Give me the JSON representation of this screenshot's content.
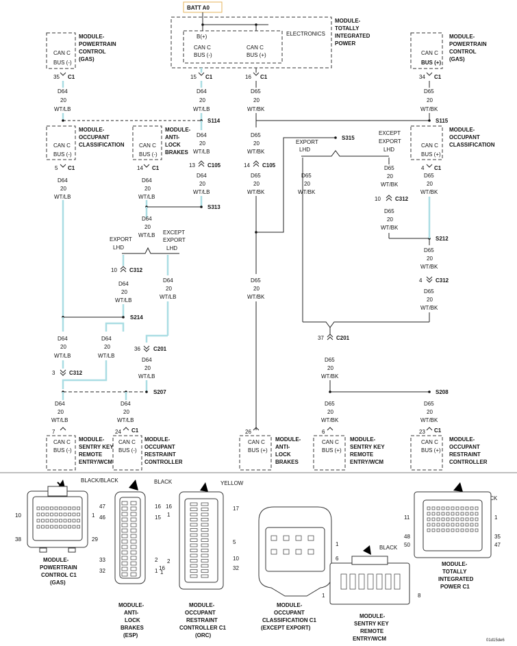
{
  "batt": "BATT A0",
  "modules": {
    "pcm_left": {
      "name": [
        "MODULE-",
        "POWERTRAIN",
        "CONTROL",
        "(GAS)"
      ],
      "pin": [
        "CAN C",
        "BUS (-)"
      ]
    },
    "tipm": {
      "name": [
        "MODULE-",
        "TOTALLY",
        "INTEGRATED",
        "POWER"
      ],
      "electronics": "ELECTRONICS",
      "bplus": "B(+)",
      "pin_neg": [
        "CAN C",
        "BUS (-)"
      ],
      "pin_pos": [
        "CAN C",
        "BUS (+)"
      ]
    },
    "pcm_right": {
      "name": [
        "MODULE-",
        "POWERTRAIN",
        "CONTROL",
        "(GAS)"
      ],
      "pin": [
        "CAN C",
        "BUS (+)"
      ]
    },
    "occ_left": {
      "name": [
        "MODULE-",
        "OCCUPANT",
        "CLASSIFICATION"
      ],
      "pin": [
        "CAN C",
        "BUS (-)"
      ]
    },
    "abs_top": {
      "name": [
        "MODULE-",
        "ANTI-",
        "LOCK",
        "BRAKES"
      ],
      "pin": [
        "CAN C",
        "BUS (-)"
      ]
    },
    "occ_right": {
      "name": [
        "MODULE-",
        "OCCUPANT",
        "CLASSIFICATION"
      ],
      "pin": [
        "CAN C",
        "BUS (+)"
      ]
    },
    "skrem_left": {
      "name": [
        "MODULE-",
        "SENTRY KEY",
        "REMOTE",
        "ENTRY/WCM"
      ],
      "pin": [
        "CAN C",
        "BUS (-)"
      ]
    },
    "orc_left": {
      "name": [
        "MODULE-",
        "OCCUPANT",
        "RESTRAINT",
        "CONTROLLER"
      ],
      "pin": [
        "CAN C",
        "BUS (-)"
      ]
    },
    "abs_bottom": {
      "name": [
        "MODULE-",
        "ANTI-",
        "LOCK",
        "BRAKES"
      ],
      "pin": [
        "CAN C",
        "BUS (+)"
      ]
    },
    "skrem_right": {
      "name": [
        "MODULE-",
        "SENTRY KEY",
        "REMOTE",
        "ENTRY/WCM"
      ],
      "pin": [
        "CAN C",
        "BUS (+)"
      ]
    },
    "orc_right": {
      "name": [
        "MODULE-",
        "OCCUPANT",
        "RESTRAINT",
        "CONTROLLER"
      ],
      "pin": [
        "CAN C",
        "BUS (+)"
      ]
    }
  },
  "wires": {
    "d64": [
      "D64",
      "20",
      "WT/LB"
    ],
    "d65": [
      "D65",
      "20",
      "WT/BK"
    ]
  },
  "splices": [
    "S114",
    "S115",
    "S315",
    "S313",
    "S212",
    "S214",
    "S207",
    "S208"
  ],
  "connectors": [
    "C1",
    "C105",
    "C312",
    "C201"
  ],
  "pins": [
    "35",
    "15",
    "16",
    "34",
    "5",
    "14",
    "13",
    "4",
    "10",
    "11",
    "36",
    "3",
    "37",
    "7",
    "24",
    "26",
    "6",
    "23"
  ],
  "options": {
    "export": [
      "EXPORT",
      "LHD"
    ],
    "except": [
      "EXCEPT",
      "EXPORT",
      "LHD"
    ]
  },
  "connector_views": {
    "pcm": {
      "color": "BLACK/BLACK",
      "caption": [
        "MODULE-",
        "POWERTRAIN",
        "CONTROL C1",
        "(GAS)"
      ],
      "pins": [
        "10",
        "38",
        "1",
        "29"
      ]
    },
    "abs": {
      "color": "BLACK",
      "caption": [
        "MODULE-",
        "ANTI-",
        "LOCK",
        "BRAKES",
        "(ESP)"
      ],
      "pins": [
        "47",
        "46",
        "33",
        "32",
        "16",
        "15",
        "2",
        "1"
      ]
    },
    "orc": {
      "color": "YELLOW",
      "caption": [
        "MODULE-",
        "OCCUPANT",
        "RESTRAINT",
        "CONTROLLER C1",
        "(ORC)"
      ],
      "pins": [
        "16",
        "1",
        "17",
        "2",
        "16",
        "1",
        "32",
        "5",
        "10"
      ]
    },
    "occ": {
      "caption": [
        "MODULE-",
        "OCCUPANT",
        "CLASSIFICATION C1",
        "(EXCEPT EXPORT)"
      ],
      "pins": [
        "1",
        "6"
      ]
    },
    "skrem": {
      "color": "BLACK",
      "caption": [
        "MODULE-",
        "SENTRY KEY",
        "REMOTE",
        "ENTRY/WCM"
      ],
      "pins": [
        "1",
        "8"
      ]
    },
    "tipm": {
      "color": "BLACK",
      "caption": [
        "MODULE-",
        "TOTALLY",
        "INTEGRATED",
        "POWER C1"
      ],
      "pins": [
        "11",
        "1",
        "48",
        "50",
        "35",
        "47"
      ]
    }
  },
  "figure_id": "01d15de6"
}
